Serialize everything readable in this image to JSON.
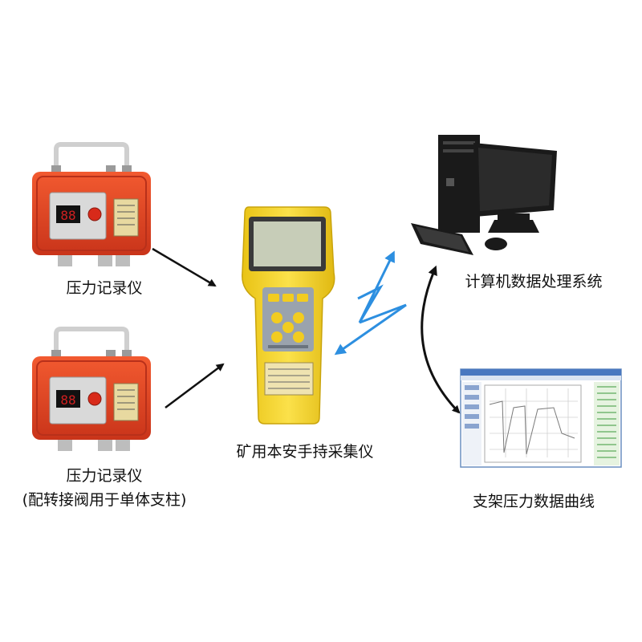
{
  "labels": {
    "recorder_1": "压力记录仪",
    "recorder_2": "压力记录仪",
    "recorder_2_note": "(配转接阀用于单体支柱)",
    "handheld": "矿用本安手持采集仪",
    "computer": "计算机数据处理系统",
    "curve": "支架压力数据曲线"
  },
  "recorder": {
    "display_digits": "88"
  },
  "colors": {
    "recorder_body": "#e8421f",
    "recorder_dark": "#b8301a",
    "handheld_body": "#f4d41c",
    "handheld_screen": "#c7cdb8",
    "keypad_button": "#f2cc20",
    "keypad_panel": "#9aa3ad",
    "computer_black": "#1a1a1a",
    "arrow_blue": "#2d8fe0",
    "arrow_black": "#111111"
  },
  "icons": [
    "pressure-recorder-icon",
    "handheld-collector-icon",
    "desktop-computer-icon",
    "pressure-curve-screenshot-icon"
  ]
}
